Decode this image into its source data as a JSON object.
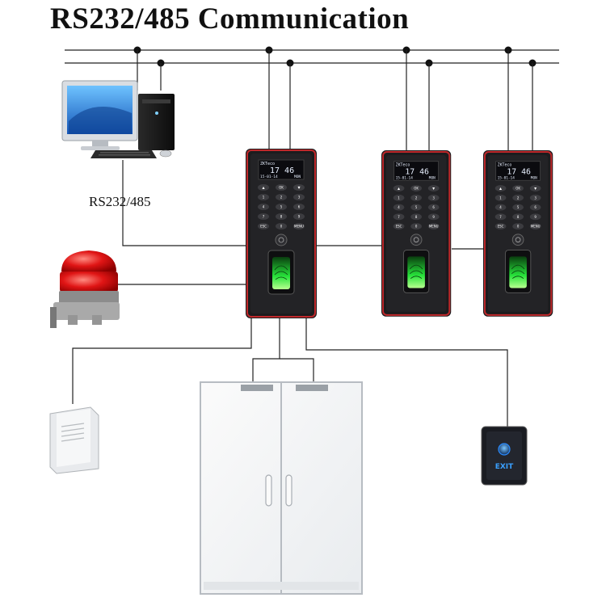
{
  "title": "RS232/485 Communication",
  "connection_label": "RS232/485",
  "terminal": {
    "brand": "ZKTeco",
    "clock": "17 46",
    "date": "15-01-14",
    "menu_label": "MON",
    "keys": [
      "OK",
      "1",
      "2",
      "3",
      "4",
      "5",
      "6",
      "7",
      "8",
      "9",
      "ESC",
      "0",
      "MENU"
    ]
  },
  "exit_button": {
    "label": "EXIT"
  },
  "colors": {
    "wire": "#222222",
    "terminal_body": "#1c1c1e",
    "terminal_trim": "#c0282b",
    "scanner_glow": "#27e23a",
    "alarm_red": "#e01515",
    "exit_blue": "#2b8cff"
  }
}
